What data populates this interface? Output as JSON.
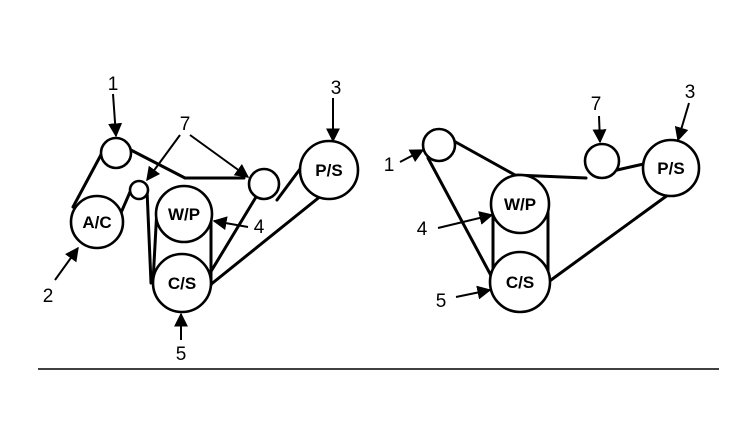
{
  "left_diagram": {
    "pulleys": {
      "ac": "A/C",
      "wp": "W/P",
      "cs": "C/S",
      "ps": "P/S"
    },
    "callouts": {
      "c1": "1",
      "c2": "2",
      "c3": "3",
      "c4": "4",
      "c5": "5",
      "c7": "7"
    }
  },
  "right_diagram": {
    "pulleys": {
      "wp": "W/P",
      "cs": "C/S",
      "ps": "P/S"
    },
    "callouts": {
      "c1": "1",
      "c3": "3",
      "c4": "4",
      "c5": "5",
      "c7": "7"
    }
  }
}
